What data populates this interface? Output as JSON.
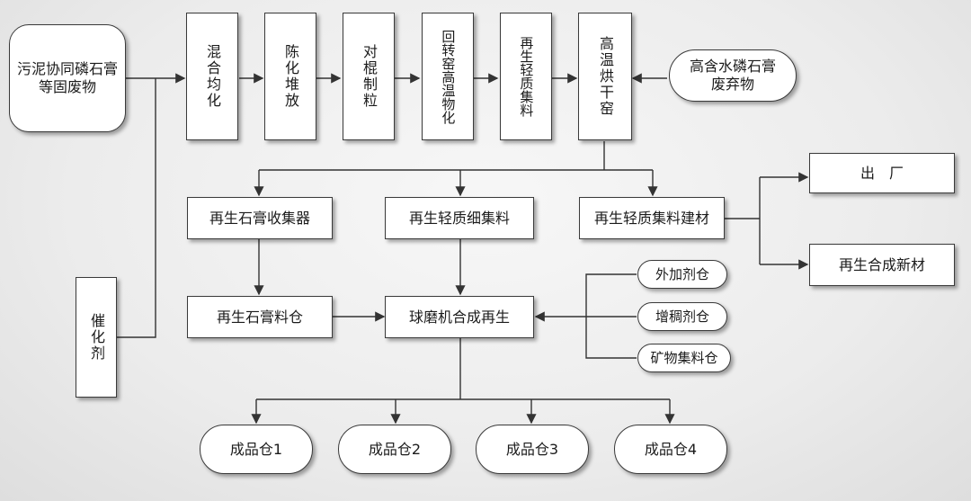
{
  "nodes": {
    "source": "污泥协同磷石膏\n等固废物",
    "mix": "混合均化",
    "stack": "陈化堆放",
    "roll": "对棍制粒",
    "kiln": "回转窑高温物化",
    "lightAgg": "再生轻质集料",
    "dryer": "高温烘干窑",
    "waste": "高含水磷石膏\n废弃物",
    "catalyst": "催化剂",
    "gypCollector": "再生石膏收集器",
    "fineAgg": "再生轻质细集料",
    "aggBuild": "再生轻质集料建材",
    "out": "出　厂",
    "newMat": "再生合成新材",
    "gypSilo": "再生石膏料仓",
    "ballMill": "球磨机合成再生",
    "additive": "外加剂仓",
    "thickener": "增稠剂仓",
    "mineral": "矿物集料仓",
    "p1": "成品仓1",
    "p2": "成品仓2",
    "p3": "成品仓3",
    "p4": "成品仓4"
  }
}
